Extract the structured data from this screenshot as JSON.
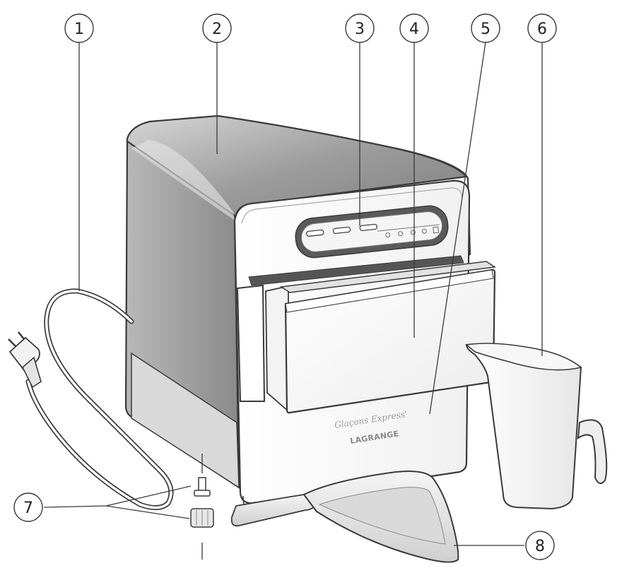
{
  "callouts": [
    {
      "id": "1",
      "label": "1"
    },
    {
      "id": "2",
      "label": "2"
    },
    {
      "id": "3",
      "label": "3"
    },
    {
      "id": "4",
      "label": "4"
    },
    {
      "id": "5",
      "label": "5"
    },
    {
      "id": "6",
      "label": "6"
    },
    {
      "id": "7",
      "label": "7"
    },
    {
      "id": "8",
      "label": "8"
    }
  ],
  "branding": {
    "script": "Glaçons Express'",
    "logo": "LAGRANGE"
  },
  "colors": {
    "outline": "#3a3a3a",
    "body_gray": "#a9a9a9",
    "body_dark": "#8c8c8c",
    "panel_dark": "#555555",
    "white": "#ffffff"
  }
}
